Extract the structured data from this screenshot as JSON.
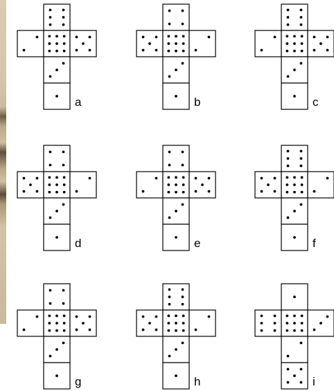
{
  "nets": [
    {
      "id": "net-a",
      "label": "a",
      "faces": {
        "top": "6",
        "left": "2",
        "center": "9",
        "right": "5",
        "below": "3",
        "bottom": "1"
      }
    },
    {
      "id": "net-b",
      "label": "b",
      "faces": {
        "top": "4",
        "left": "5",
        "center": "9",
        "right": "2",
        "below": "3",
        "bottom": "1"
      }
    },
    {
      "id": "net-c",
      "label": "c",
      "faces": {
        "top": "6",
        "left": "2",
        "center": "9",
        "right": "5",
        "below": "3",
        "bottom": "1"
      }
    },
    {
      "id": "net-d",
      "label": "d",
      "faces": {
        "top": "4",
        "left": "5",
        "center": "9",
        "right": "2",
        "below": "3",
        "bottom": "1"
      }
    },
    {
      "id": "net-e",
      "label": "e",
      "faces": {
        "top": "4",
        "left": "2",
        "center": "9",
        "right": "5",
        "below": "3",
        "bottom": "1"
      }
    },
    {
      "id": "net-f",
      "label": "f",
      "faces": {
        "top": "6",
        "left": "5",
        "center": "9",
        "right": "2",
        "below": "3",
        "bottom": "1"
      }
    },
    {
      "id": "net-g",
      "label": "g",
      "faces": {
        "top": "4",
        "left": "2",
        "center": "9",
        "right": "5",
        "below": "3",
        "bottom": "1"
      }
    },
    {
      "id": "net-h",
      "label": "h",
      "faces": {
        "top": "6",
        "left": "5",
        "center": "9",
        "right": "2",
        "below": "3",
        "bottom": "1"
      }
    },
    {
      "id": "net-i",
      "label": "i",
      "faces": {
        "top": "1",
        "left": "6",
        "center": "9",
        "right": "3",
        "below": "2",
        "bottom": "5"
      }
    }
  ]
}
